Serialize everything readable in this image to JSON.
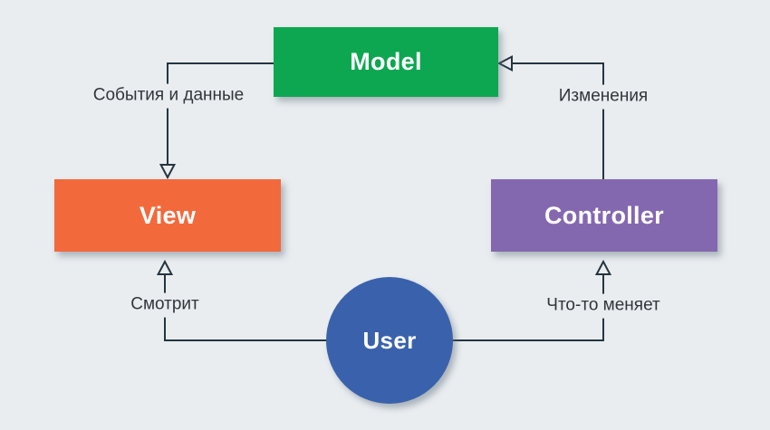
{
  "diagram": {
    "background_color": "#e9edf0",
    "line_color": "#253540",
    "edge_label_color": "#32363a",
    "node_text_color": "#ffffff",
    "nodes": [
      {
        "id": "model",
        "label": "Model",
        "shape": "rect",
        "color": "#0ca750"
      },
      {
        "id": "view",
        "label": "View",
        "shape": "rect",
        "color": "#f2693c"
      },
      {
        "id": "controller",
        "label": "Controller",
        "shape": "rect",
        "color": "#8468af"
      },
      {
        "id": "user",
        "label": "User",
        "shape": "circle",
        "color": "#3a62ac"
      }
    ],
    "edges": [
      {
        "from": "model",
        "to": "view",
        "label": "События и данные"
      },
      {
        "from": "controller",
        "to": "model",
        "label": "Изменения"
      },
      {
        "from": "user",
        "to": "view",
        "label": "Смотрит"
      },
      {
        "from": "user",
        "to": "controller",
        "label": "Что-то меняет"
      }
    ]
  }
}
